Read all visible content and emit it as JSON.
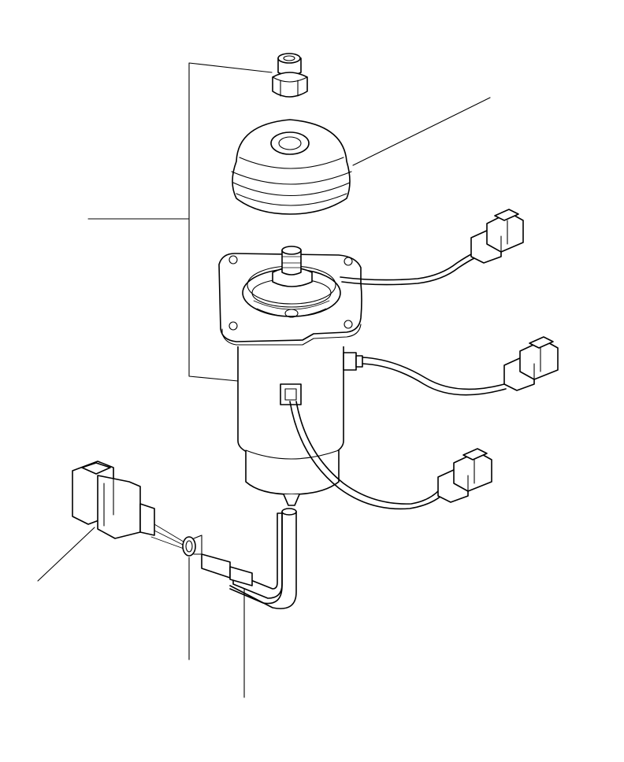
{
  "figure": {
    "type": "exploded-parts-diagram",
    "background": "#ffffff",
    "line_color": "#000000",
    "text_labels": []
  },
  "parts": [
    {
      "id": "nut",
      "icon": "hex-nut-icon"
    },
    {
      "id": "boot",
      "icon": "rubber-boot-icon"
    },
    {
      "id": "lever-assembly",
      "icon": "joystick-base-icon"
    },
    {
      "id": "connector-upper",
      "icon": "connector-icon"
    },
    {
      "id": "connector-middle",
      "icon": "connector-icon"
    },
    {
      "id": "connector-lower",
      "icon": "connector-icon"
    },
    {
      "id": "connector-left",
      "icon": "connector-icon"
    },
    {
      "id": "grommet",
      "icon": "grommet-icon"
    },
    {
      "id": "tube",
      "icon": "protective-tube-icon"
    }
  ]
}
